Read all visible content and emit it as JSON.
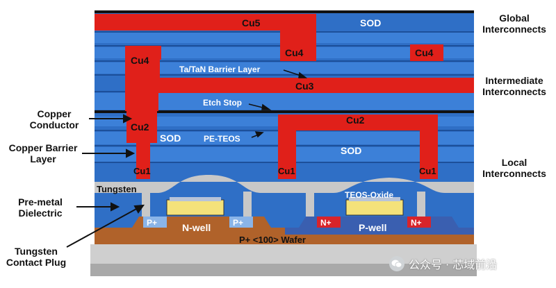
{
  "diagram": {
    "metal_labels": {
      "cu5": "Cu5",
      "cu4_left": "Cu4",
      "cu4_mid": "Cu4",
      "cu4_right": "Cu4",
      "cu3": "Cu3",
      "cu2_left": "Cu2",
      "cu2_right": "Cu2",
      "cu1_left": "Cu1",
      "cu1_mid": "Cu1",
      "cu1_right": "Cu1"
    },
    "layer_labels": {
      "sod_top": "SOD",
      "barrier": "Ta/TaN Barrier Layer",
      "etch_stop": "Etch Stop",
      "sod_left": "SOD",
      "pe_teos": "PE-TEOS",
      "sod_right": "SOD",
      "tungsten": "Tungsten",
      "teos_oxide": "TEOS-Oxide",
      "p_plus_1": "P+",
      "p_plus_2": "P+",
      "n_well": "N-well",
      "n_plus_1": "N+",
      "n_plus_2": "N+",
      "p_well": "P-well",
      "wafer": "P+ <100> Wafer"
    },
    "right_labels": {
      "global_1": "Global",
      "global_2": "Interconnects",
      "intermediate_1": "Intermediate",
      "intermediate_2": "Interconnects",
      "local_1": "Local",
      "local_2": "Interconnects"
    },
    "left_labels": {
      "copper_conductor_1": "Copper",
      "copper_conductor_2": "Conductor",
      "copper_barrier_1": "Copper Barrier",
      "copper_barrier_2": "Layer",
      "premetal_1": "Pre-metal",
      "premetal_2": "Dielectric",
      "tungsten_plug_1": "Tungsten",
      "tungsten_plug_2": "Contact Plug"
    },
    "watermark": "公众号 · 芯域前沿",
    "colors": {
      "copper": "#e0201a",
      "dielectric": "#2f6fc6",
      "dielectric_light": "#3c80d8",
      "tungsten": "#c8c8c8",
      "well": "#b0622a",
      "wafer": "#cfcfcf",
      "p_plus": "#8ab4e8",
      "n_plus": "#d8242a",
      "gate": "#f4e27a"
    }
  }
}
